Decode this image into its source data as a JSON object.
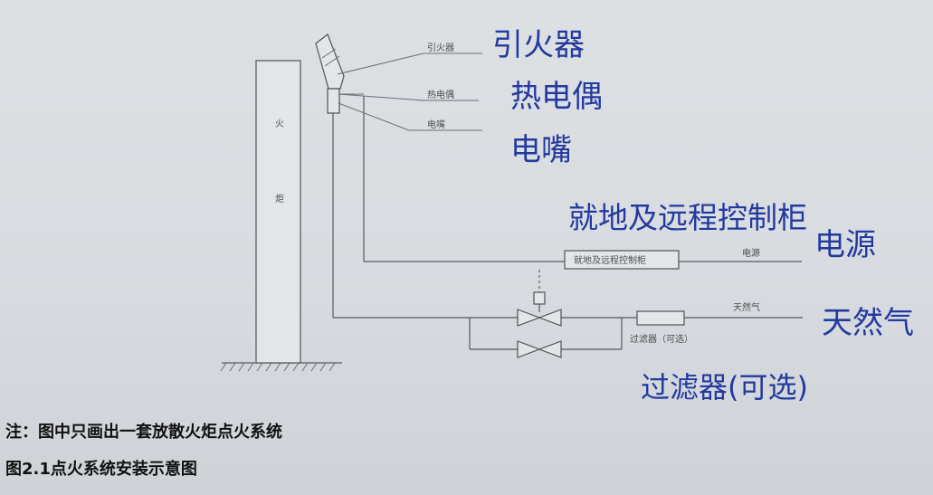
{
  "diagram": {
    "printed_labels": {
      "igniter": "引火器",
      "thermocouple": "热电偶",
      "electric_nozzle": "电嘴",
      "control_cabinet": "就地及远程控制柜",
      "power": "电源",
      "natural_gas": "天然气",
      "filter": "过滤器（可选）"
    },
    "tower_chars": [
      "火",
      "炬"
    ],
    "handwritten": {
      "igniter": "引火器",
      "thermocouple": "热电偶",
      "electric_nozzle": "电嘴",
      "control_cabinet_line1": "就地及远程控制柜",
      "power": "电源",
      "natural_gas": "天然气",
      "filter": "过滤器(可选)"
    }
  },
  "notes": {
    "note_line": "注：图中只画出一套放散火炬点火系统",
    "caption": "图2.1点火系统安装示意图"
  },
  "colors": {
    "ink": "#223a9f",
    "line": "#555a60",
    "text": "#111111"
  }
}
